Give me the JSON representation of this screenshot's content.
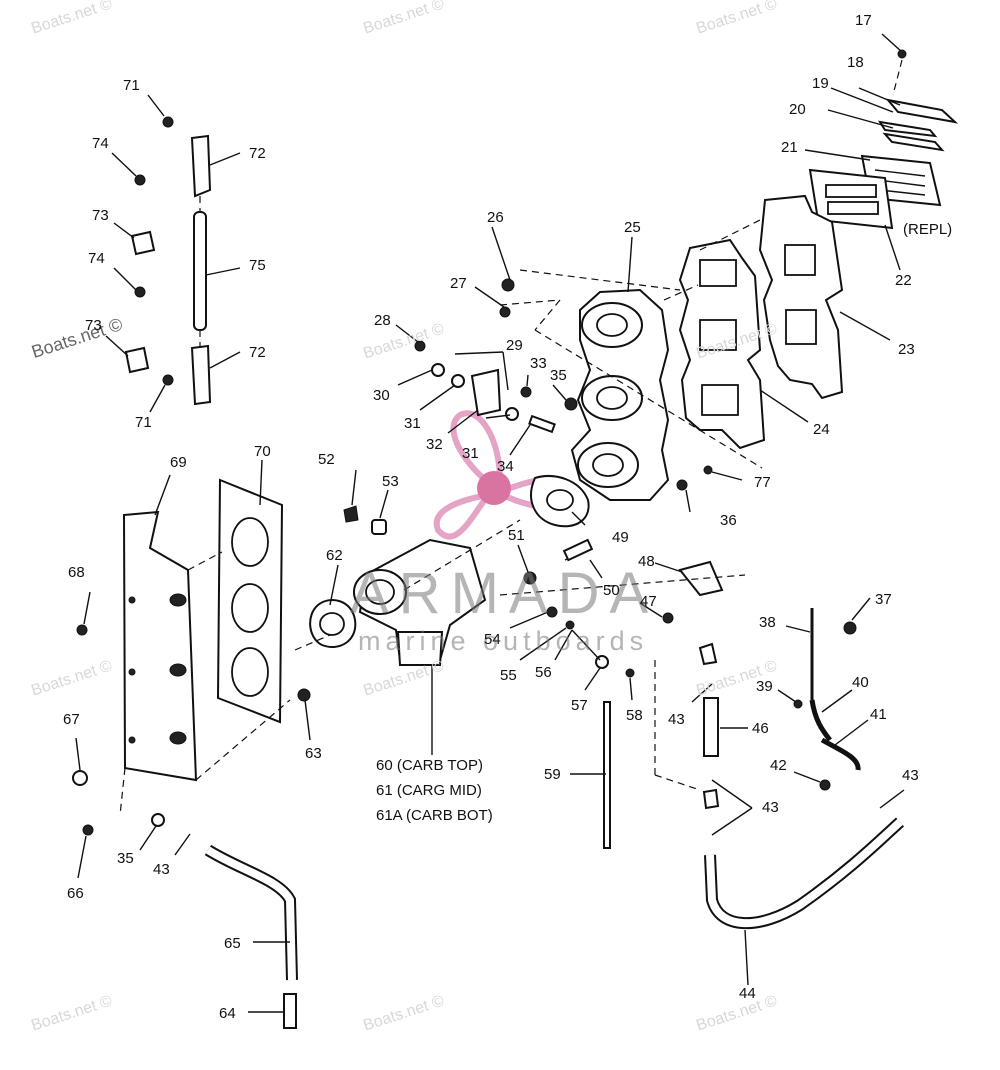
{
  "callouts": [
    {
      "id": "17",
      "text": "17"
    },
    {
      "id": "18",
      "text": "18"
    },
    {
      "id": "19",
      "text": "19"
    },
    {
      "id": "20",
      "text": "20"
    },
    {
      "id": "21",
      "text": "21"
    },
    {
      "id": "repl",
      "text": "(REPL)"
    },
    {
      "id": "22",
      "text": "22"
    },
    {
      "id": "23",
      "text": "23"
    },
    {
      "id": "24",
      "text": "24"
    },
    {
      "id": "25",
      "text": "25"
    },
    {
      "id": "26",
      "text": "26"
    },
    {
      "id": "27",
      "text": "27"
    },
    {
      "id": "28",
      "text": "28"
    },
    {
      "id": "29",
      "text": "29"
    },
    {
      "id": "30",
      "text": "30"
    },
    {
      "id": "31a",
      "text": "31"
    },
    {
      "id": "31b",
      "text": "31"
    },
    {
      "id": "32",
      "text": "32"
    },
    {
      "id": "33",
      "text": "33"
    },
    {
      "id": "34",
      "text": "34"
    },
    {
      "id": "35a",
      "text": "35"
    },
    {
      "id": "35b",
      "text": "35"
    },
    {
      "id": "36",
      "text": "36"
    },
    {
      "id": "37",
      "text": "37"
    },
    {
      "id": "38",
      "text": "38"
    },
    {
      "id": "39",
      "text": "39"
    },
    {
      "id": "40",
      "text": "40"
    },
    {
      "id": "41",
      "text": "41"
    },
    {
      "id": "42",
      "text": "42"
    },
    {
      "id": "43a",
      "text": "43"
    },
    {
      "id": "43b",
      "text": "43"
    },
    {
      "id": "43c",
      "text": "43"
    },
    {
      "id": "43d",
      "text": "43"
    },
    {
      "id": "44",
      "text": "44"
    },
    {
      "id": "46",
      "text": "46"
    },
    {
      "id": "47",
      "text": "47"
    },
    {
      "id": "48",
      "text": "48"
    },
    {
      "id": "49",
      "text": "49"
    },
    {
      "id": "50",
      "text": "50"
    },
    {
      "id": "51",
      "text": "51"
    },
    {
      "id": "52",
      "text": "52"
    },
    {
      "id": "53",
      "text": "53"
    },
    {
      "id": "54",
      "text": "54"
    },
    {
      "id": "55",
      "text": "55"
    },
    {
      "id": "56",
      "text": "56"
    },
    {
      "id": "57",
      "text": "57"
    },
    {
      "id": "58",
      "text": "58"
    },
    {
      "id": "59",
      "text": "59"
    },
    {
      "id": "62",
      "text": "62"
    },
    {
      "id": "63",
      "text": "63"
    },
    {
      "id": "64",
      "text": "64"
    },
    {
      "id": "65",
      "text": "65"
    },
    {
      "id": "66",
      "text": "66"
    },
    {
      "id": "67",
      "text": "67"
    },
    {
      "id": "68",
      "text": "68"
    },
    {
      "id": "69",
      "text": "69"
    },
    {
      "id": "70",
      "text": "70"
    },
    {
      "id": "71a",
      "text": "71"
    },
    {
      "id": "71b",
      "text": "71"
    },
    {
      "id": "72a",
      "text": "72"
    },
    {
      "id": "72b",
      "text": "72"
    },
    {
      "id": "73a",
      "text": "73"
    },
    {
      "id": "73b",
      "text": "73"
    },
    {
      "id": "74a",
      "text": "74"
    },
    {
      "id": "74b",
      "text": "74"
    },
    {
      "id": "75",
      "text": "75"
    },
    {
      "id": "77",
      "text": "77"
    }
  ],
  "carb_labels": [
    "60 (CARB TOP)",
    "61 (CARG MID)",
    "61A (CARB BOT)"
  ],
  "watermark": "Boats.net ©",
  "brand": {
    "name": "ARMADA",
    "tagline": "marine outboards",
    "accent": "#e5a4c6",
    "hub": "#d9739f"
  }
}
